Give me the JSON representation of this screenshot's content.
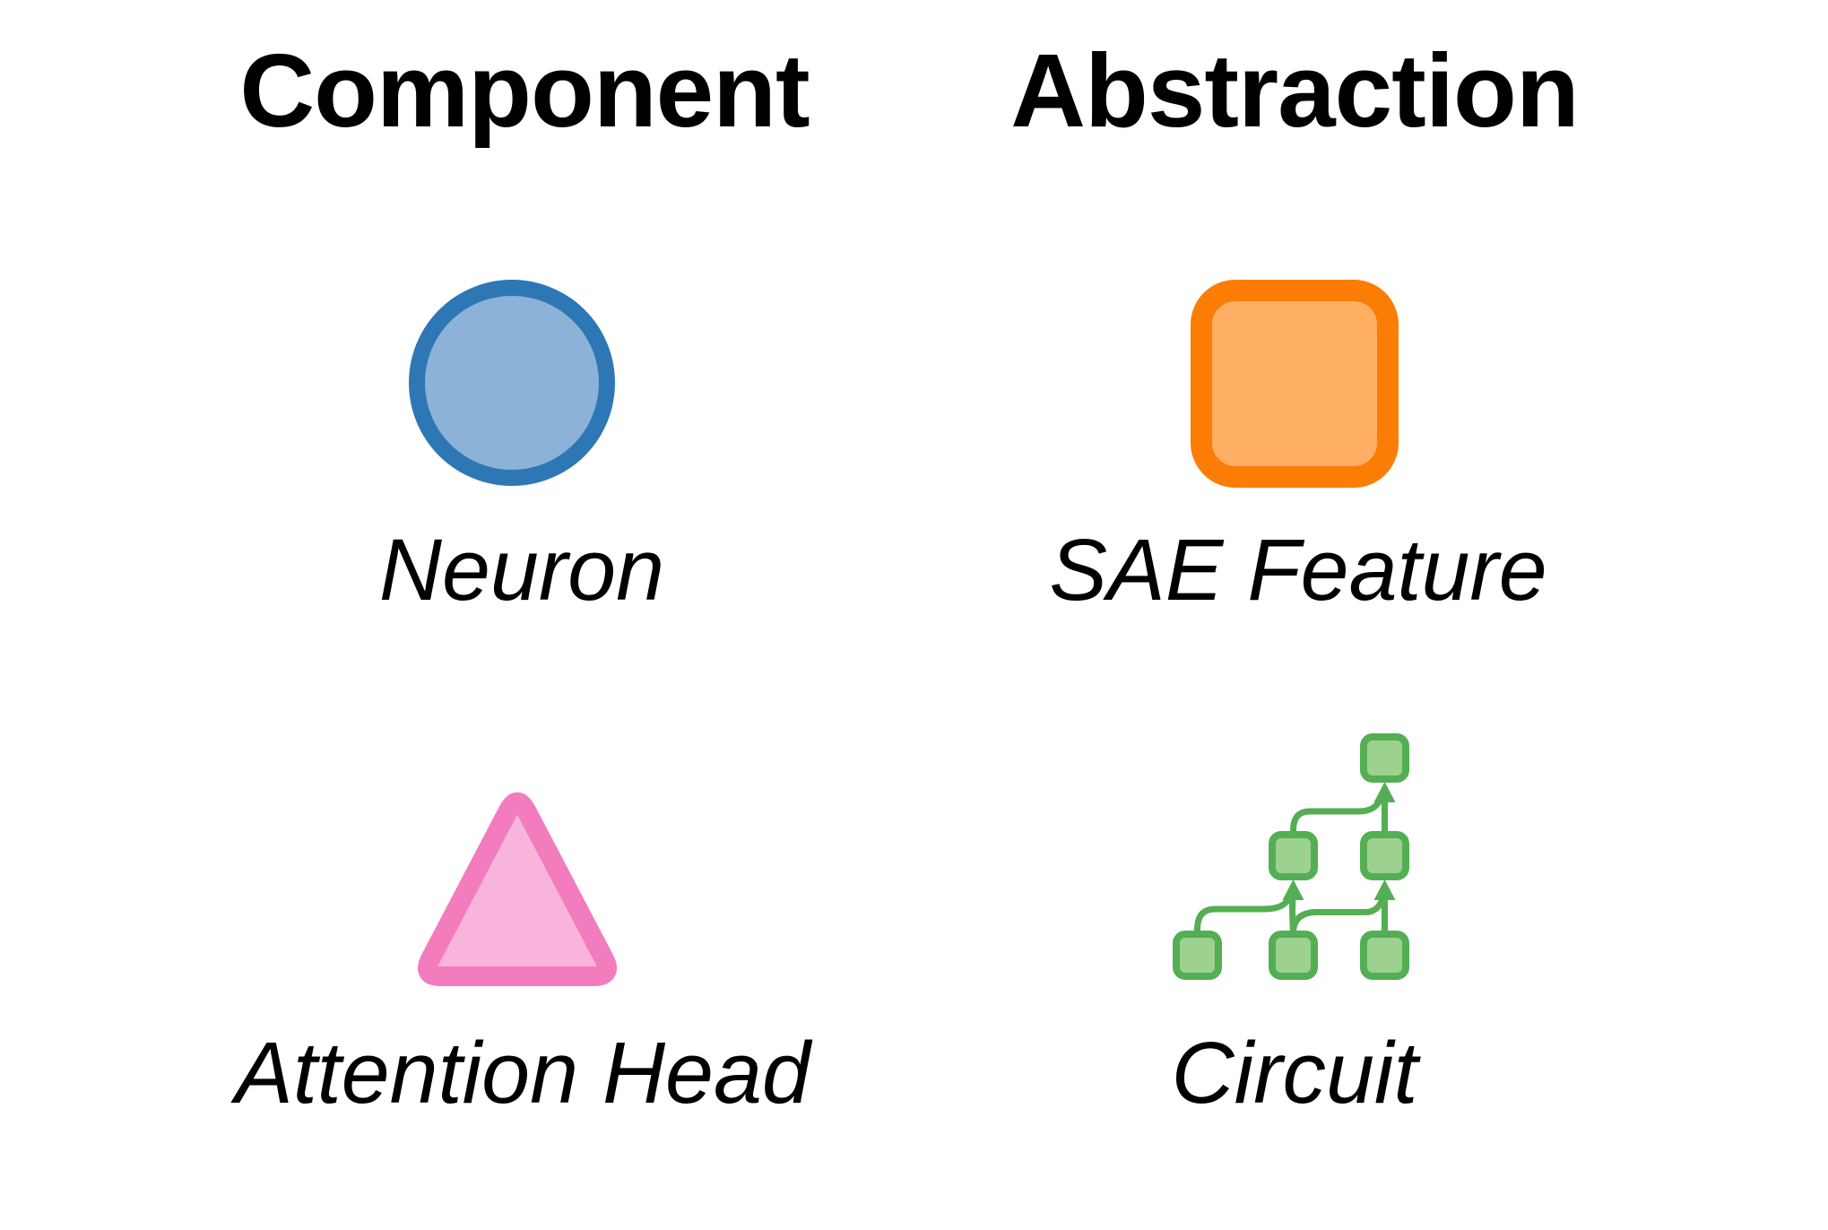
{
  "figure": {
    "background": "#ffffff",
    "text_color": "#000000"
  },
  "columns": [
    {
      "title": "Component",
      "items": [
        {
          "label": "Neuron",
          "shape": "circle",
          "fill": "#8CB2D8",
          "stroke": "#2E77B5"
        },
        {
          "label": "Attention Head",
          "shape": "triangle",
          "fill": "#F9B4DC",
          "stroke": "#F27CBE"
        }
      ]
    },
    {
      "title": "Abstraction",
      "items": [
        {
          "label": "SAE Feature",
          "shape": "rounded-square",
          "fill": "#FFAF63",
          "stroke": "#FB7D06"
        },
        {
          "label": "Circuit",
          "shape": "node-graph",
          "fill": "#9CD190",
          "stroke": "#54AE54",
          "node_count": 6,
          "edge_count": 6
        }
      ]
    }
  ]
}
